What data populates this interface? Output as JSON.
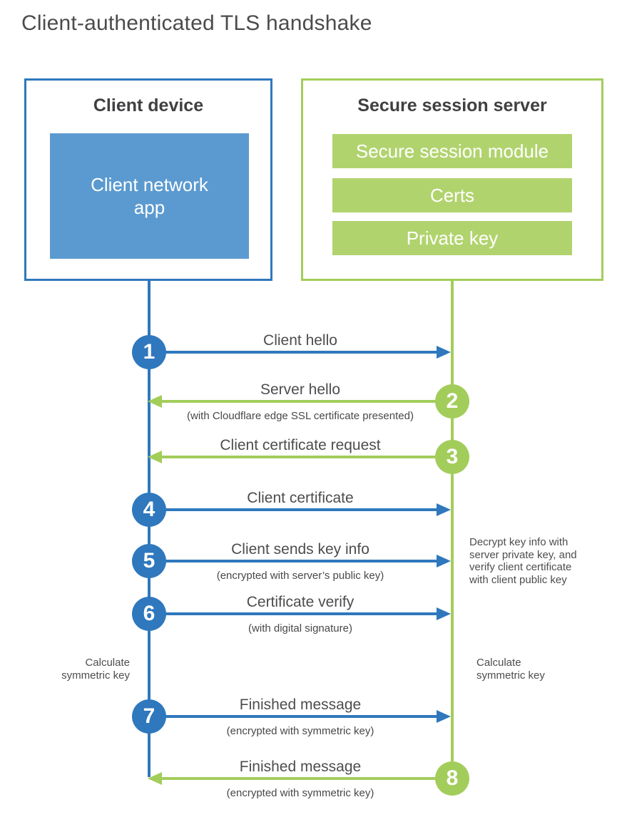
{
  "title": "Client-authenticated TLS handshake",
  "client": {
    "box_title": "Client device",
    "app_label": "Client network\napp"
  },
  "server": {
    "box_title": "Secure session server",
    "modules": [
      "Secure session module",
      "Certs",
      "Private key"
    ]
  },
  "steps": [
    {
      "num": "1",
      "direction": "client-to-server",
      "label": "Client hello"
    },
    {
      "num": "2",
      "direction": "server-to-client",
      "label": "Server hello",
      "sublabel": "(with Cloudflare edge SSL certificate presented)"
    },
    {
      "num": "3",
      "direction": "server-to-client",
      "label": "Client certificate request"
    },
    {
      "num": "4",
      "direction": "client-to-server",
      "label": "Client certificate"
    },
    {
      "num": "5",
      "direction": "client-to-server",
      "label": "Client sends key info",
      "sublabel": "(encrypted with server’s public key)"
    },
    {
      "num": "6",
      "direction": "client-to-server",
      "label": "Certificate verify",
      "sublabel": "(with digital signature)"
    },
    {
      "num": "7",
      "direction": "client-to-server",
      "label": "Finished message",
      "sublabel": "(encrypted with symmetric key)"
    },
    {
      "num": "8",
      "direction": "server-to-client",
      "label": "Finished message",
      "sublabel": "(encrypted with symmetric key)"
    }
  ],
  "annotations": {
    "client_calculate": "Calculate\nsymmetric key",
    "server_decrypt": "Decrypt key info with\nserver private key, and\nverify client certificate\nwith client public key",
    "server_calculate": "Calculate\nsymmetric key"
  },
  "colors": {
    "blue": "#2f78bd",
    "blue_fill": "#5b9ad0",
    "green": "#a3cd5b",
    "green_fill": "#b1d36e",
    "heading_text": "#404042",
    "label_text": "#4d4d4f"
  }
}
